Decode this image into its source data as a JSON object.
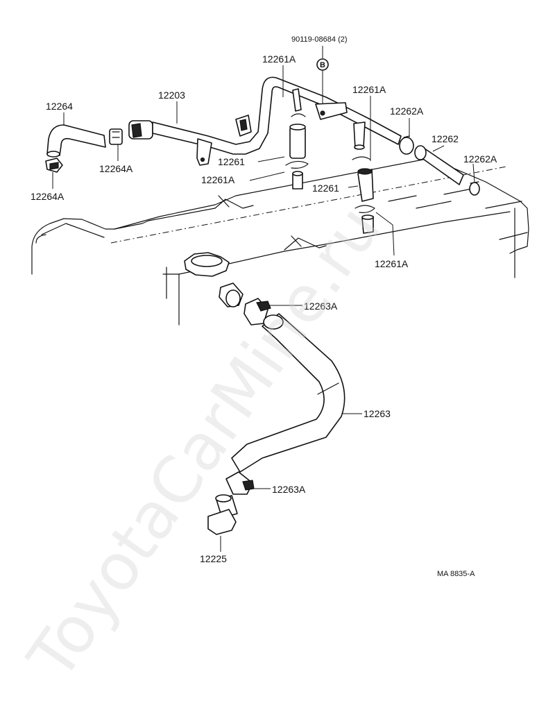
{
  "labels": {
    "bolt_spec": "90119-08684 (2)",
    "marker_b": "B",
    "hose_12264": "12264",
    "clamp_12264a_upper": "12264A",
    "clamp_12264a_lower": "12264A",
    "pipe_12203": "12203",
    "clip_12261a_top": "12261A",
    "clip_12261a_right": "12261A",
    "hose_12261_left": "12261",
    "clip_12261a_left": "12261A",
    "hose_12261_right": "12261",
    "clip_12261a_lower_right": "12261A",
    "clamp_12262a_top": "12262A",
    "hose_12262": "12262",
    "clamp_12262a_right": "12262A",
    "clamp_12263a_upper": "12263A",
    "hose_12263": "12263",
    "clamp_12263a_lower": "12263A",
    "valve_12225": "12225",
    "drawing_code": "MA  8835-A"
  },
  "watermark": "ToyotaCarMine.ru"
}
